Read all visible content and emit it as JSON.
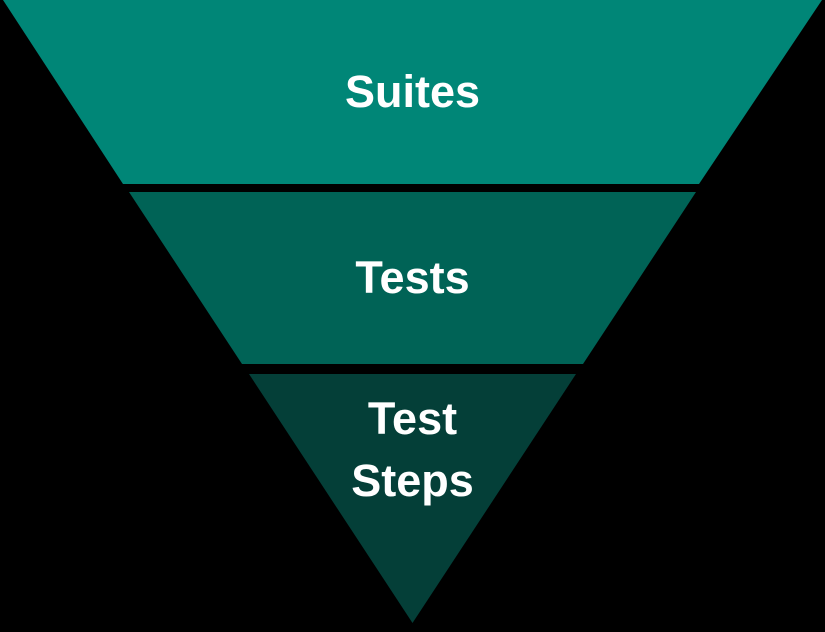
{
  "diagram": {
    "background_color": "#000000",
    "text_color": "#ffffff",
    "levels": [
      {
        "label": "Suites",
        "color": "#008677"
      },
      {
        "label": "Tests",
        "color": "#006356"
      },
      {
        "label": "Test Steps",
        "lines": [
          "Test",
          "Steps"
        ],
        "color": "#043f38"
      }
    ]
  }
}
